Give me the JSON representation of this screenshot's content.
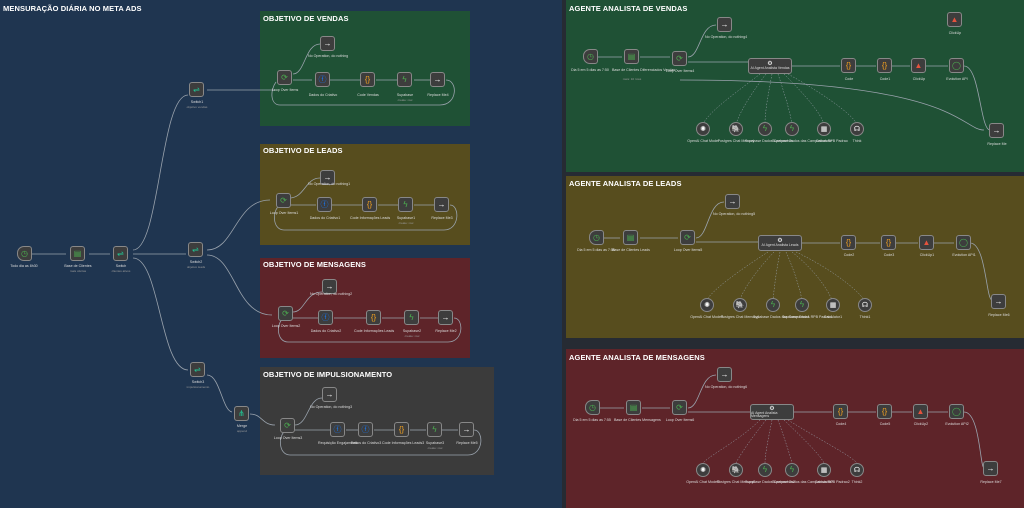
{
  "colors": {
    "canvas": "#1f3550",
    "sales": "#1f5135",
    "leads": "#574d1e",
    "messages": "#5e2429",
    "boost": "#3b3b3b",
    "agent_canvas": "#262b33"
  },
  "main": {
    "title": "MENSURAÇÃO DIÁRIA NO META ADS",
    "trigger": {
      "label": "Todo dia as 8h30"
    },
    "db": {
      "label": "Base de Clientes",
      "sub": "mais ofertas"
    },
    "switch1": {
      "label": "Switch",
      "sub": "clientes ativos"
    },
    "switch2": {
      "label": "Switch1",
      "sub": "objetivo vendas"
    },
    "switch3": {
      "label": "Switch2",
      "sub": "objetivo leads"
    },
    "switch4": {
      "label": "Switch3",
      "sub": "impulsionamento"
    },
    "merge": {
      "label": "Merge",
      "sub": "append"
    }
  },
  "groups": {
    "sales": {
      "title": "OBJETIVO DE VENDAS",
      "loop": "Loop Over Items",
      "noop": "No Operation, do nothing",
      "fb": "Dados do Criativo",
      "code": "Code Vendas",
      "supa": "Supabase",
      "supa_sub": "create: row",
      "replace": "Replace Me4"
    },
    "leads": {
      "title": "OBJETIVO DE LEADS",
      "loop": "Loop Over Items1",
      "noop": "No Operation, do nothing1",
      "fb": "Dados do Criativo1",
      "code": "Code Informações Leads",
      "supa": "Supabase1",
      "supa_sub": "create: row",
      "replace": "Replace Me3"
    },
    "messages": {
      "title": "OBJETIVO DE MENSAGENS",
      "loop": "Loop Over Items2",
      "noop": "No Operation, do nothing2",
      "fb": "Dados do Criativo2",
      "code": "Code Informações Leads",
      "supa": "Supabase2",
      "supa_sub": "create: row",
      "replace": "Replace Me2"
    },
    "boost": {
      "title": "OBJETIVO DE IMPULSIONAMENTO",
      "loop": "Loop Over Items3",
      "noop": "No Operation, do nothing3",
      "fb1": "Requisição Engajamento",
      "fb2": "Dados do Criativo3",
      "code": "Code Informações Leads3",
      "supa": "Supabase3",
      "supa_sub": "create: row",
      "replace": "Replace Me5"
    }
  },
  "agents": {
    "sales": {
      "title": "AGENTE ANALISTA DE VENDAS",
      "trigger": "Dia 5 em 5 dias as 7:50",
      "db": "Base de Clientes Diferenciados Vendas",
      "db_sub": "rows: 10 rows",
      "loop": "Loop Over Items4",
      "noop": "No Operation, do nothing4",
      "agent": "AI Agent Analista Vendas",
      "code1": "Code",
      "code2": "Code1",
      "clickup": "ClickUp",
      "clickup2": "ClickUp",
      "evolution": "Evolution API",
      "replace": "Replace Me",
      "tools": [
        "OpenAI Chat Model",
        "Postgres Chat Memory",
        "Supabase Dados Campanhas",
        "Supabase Dados das Campanhas RPB Padrao",
        "Calculator",
        "Think"
      ]
    },
    "leads": {
      "title": "AGENTE ANALISTA DE LEADS",
      "trigger": "Dia 5 em 5 dias as 7:55",
      "db": "Base de Clientes Leads",
      "loop": "Loop Over Items5",
      "noop": "No Operation, do nothing5",
      "agent": "AI Agent Analista Leads",
      "code1": "Code2",
      "code2": "Code3",
      "clickup": "ClickUp1",
      "evolution": "Evolution API1",
      "replace": "Replace Me6",
      "tools": [
        "OpenAI Chat Model1",
        "Postgres Chat Memory1",
        "Supabase Dados das Campanhas1",
        "Supabase Dados RPB Padrao1",
        "Calculator1",
        "Think1"
      ]
    },
    "messages": {
      "title": "AGENTE ANALISTA DE MENSAGENS",
      "trigger": "Dia 5 em 5 dias as 7:55",
      "db": "Base de Clientes Mensagens",
      "loop": "Loop Over Items6",
      "noop": "No Operation, do nothing6",
      "agent": "AI Agent Analista Mensagens",
      "code1": "Code4",
      "code2": "Code5",
      "clickup": "ClickUp2",
      "evolution": "Evolution API2",
      "replace": "Replace Me7",
      "tools": [
        "OpenAI Chat Model2",
        "Postgres Chat Memory2",
        "Supabase Dados Campanhas2",
        "Supabase Dados das Campanhas RPB Padrao2",
        "Calculator2",
        "Think2"
      ]
    }
  },
  "icons": {
    "trigger": "clock-icon",
    "db": "database-icon",
    "switch": "switch-icon",
    "loop": "loop-icon",
    "arrow": "arrow-icon",
    "fb": "facebook-icon",
    "code": "code-braces-icon",
    "supa": "supabase-icon",
    "agent": "robot-icon",
    "openai": "openai-icon",
    "postgres": "elephant-icon",
    "calc": "calculator-icon",
    "think": "brain-icon",
    "evolution": "chat-icon",
    "clickup": "clickup-icon"
  }
}
